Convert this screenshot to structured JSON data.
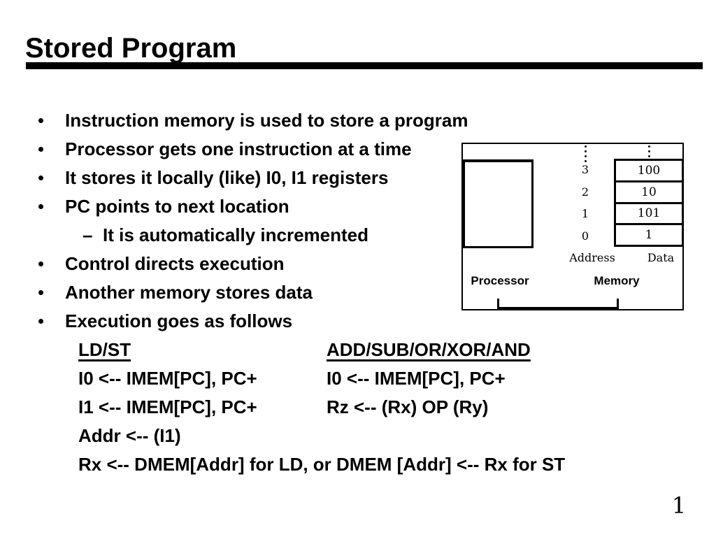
{
  "slide": {
    "title": "Stored Program",
    "page_number": "1"
  },
  "glyphs": {
    "sub_bullet": "–"
  },
  "colors": {
    "text": "#000000",
    "background": "#ffffff",
    "rule": "#000000"
  },
  "bullets": [
    {
      "level": 1,
      "text": "Instruction memory is used to store a program"
    },
    {
      "level": 1,
      "text": "Processor gets one instruction at a time"
    },
    {
      "level": 1,
      "text": "It stores it locally (like) I0, I1 registers"
    },
    {
      "level": 1,
      "text": "PC points to next location"
    },
    {
      "level": 2,
      "text": "It is automatically incremented"
    },
    {
      "level": 1,
      "text": "Control directs execution"
    },
    {
      "level": 1,
      "text": "Another memory stores data"
    },
    {
      "level": 1,
      "text": "Execution goes as follows"
    }
  ],
  "execution": {
    "left": {
      "header": "LD/ST",
      "lines": [
        "I0 <-- IMEM[PC], PC+",
        "I1 <-- IMEM[PC], PC+",
        "Addr <-- (I1)",
        "Rx <-- DMEM[Addr] for LD, or DMEM [Addr] <-- Rx for ST"
      ]
    },
    "right": {
      "header": "ADD/SUB/OR/XOR/AND",
      "lines": [
        "I0 <-- IMEM[PC], PC+",
        "Rz <-- (Rx) OP (Ry)"
      ]
    }
  },
  "diagram": {
    "processor_label": "Processor",
    "memory_label": "Memory",
    "address_label": "Address",
    "data_label": "Data",
    "rows": [
      {
        "address": "3",
        "data": "100"
      },
      {
        "address": "2",
        "data": "10"
      },
      {
        "address": "1",
        "data": "101"
      },
      {
        "address": "0",
        "data": "1"
      }
    ]
  }
}
